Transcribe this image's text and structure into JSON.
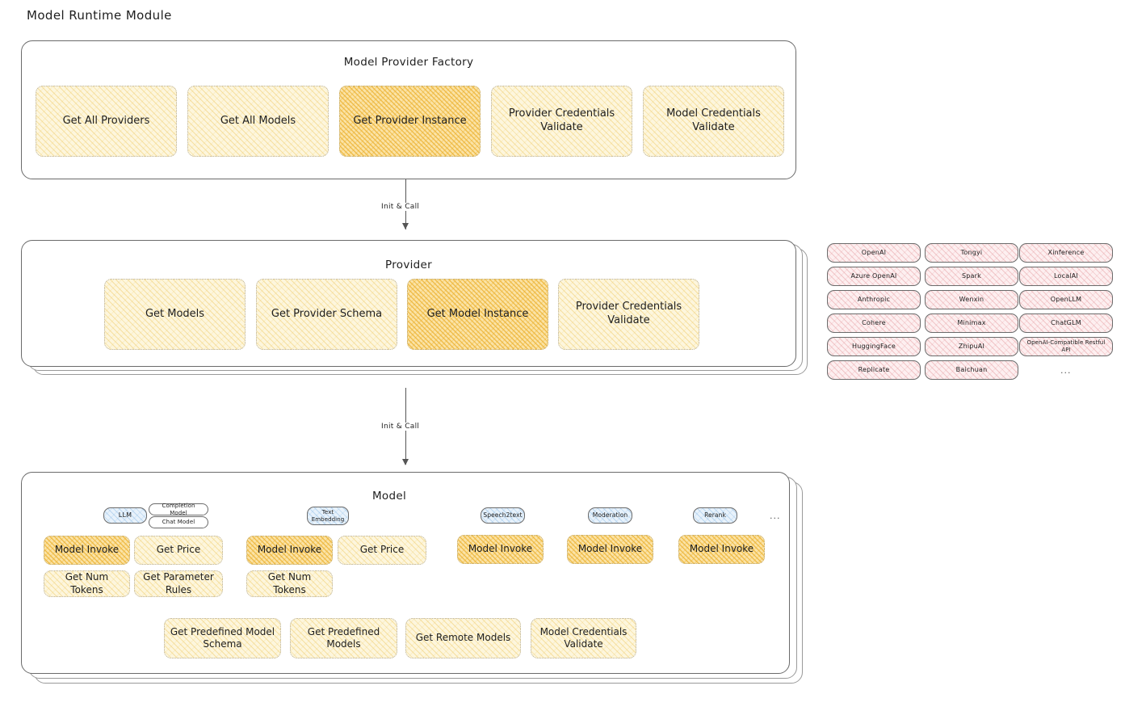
{
  "page": {
    "title": "Model Runtime Module"
  },
  "factory": {
    "title": "Model Provider Factory",
    "boxes": [
      {
        "label": "Get All Providers",
        "highlighted": false
      },
      {
        "label": "Get All Models",
        "highlighted": false
      },
      {
        "label": "Get Provider Instance",
        "highlighted": true
      },
      {
        "label": "Provider Credentials Validate",
        "highlighted": false
      },
      {
        "label": "Model Credentials Validate",
        "highlighted": false
      }
    ]
  },
  "connectors": [
    {
      "label": "Init & Call"
    },
    {
      "label": "Init & Call"
    }
  ],
  "provider": {
    "title": "Provider",
    "boxes": [
      {
        "label": "Get Models",
        "highlighted": false
      },
      {
        "label": "Get Provider Schema",
        "highlighted": false
      },
      {
        "label": "Get Model Instance",
        "highlighted": true
      },
      {
        "label": "Provider Credentials Validate",
        "highlighted": false
      }
    ]
  },
  "provider_list": {
    "columns": [
      {
        "items": [
          "OpenAI",
          "Azure OpenAI",
          "Anthropic",
          "Cohere",
          "HuggingFace",
          "Replicate"
        ]
      },
      {
        "items": [
          "Tongyi",
          "Spark",
          "Wenxin",
          "Minimax",
          "ZhipuAI",
          "Baichuan"
        ]
      },
      {
        "items": [
          "Xinference",
          "LocalAI",
          "OpenLLM",
          "ChatGLM",
          "OpenAI-Compatible Restful API"
        ]
      }
    ],
    "more": "..."
  },
  "model": {
    "title": "Model",
    "more": "...",
    "columns": [
      {
        "type_chip": "LLM",
        "sub_chips": [
          "Completion Model",
          "Chat Model"
        ],
        "methods": [
          {
            "label": "Model Invoke",
            "highlighted": true
          },
          {
            "label": "Get Price",
            "highlighted": false
          },
          {
            "label": "Get Num Tokens",
            "highlighted": false
          },
          {
            "label": "Get Parameter Rules",
            "highlighted": false
          }
        ]
      },
      {
        "type_chip": "Text Embedding",
        "sub_chips": [],
        "methods": [
          {
            "label": "Model Invoke",
            "highlighted": true
          },
          {
            "label": "Get Price",
            "highlighted": false
          },
          {
            "label": "Get Num Tokens",
            "highlighted": false
          }
        ]
      },
      {
        "type_chip": "Speech2text",
        "sub_chips": [],
        "methods": [
          {
            "label": "Model Invoke",
            "highlighted": true
          }
        ]
      },
      {
        "type_chip": "Moderation",
        "sub_chips": [],
        "methods": [
          {
            "label": "Model Invoke",
            "highlighted": true
          }
        ]
      },
      {
        "type_chip": "Rerank",
        "sub_chips": [],
        "methods": [
          {
            "label": "Model Invoke",
            "highlighted": true
          }
        ]
      }
    ],
    "shared_methods": [
      {
        "label": "Get Predefined Model Schema"
      },
      {
        "label": "Get Predefined Models"
      },
      {
        "label": "Get Remote Models"
      },
      {
        "label": "Model Credentials Validate"
      }
    ]
  },
  "colors": {
    "fill_yellow": "#fdf6dd",
    "fill_orange": "#fbe3a6",
    "fill_pink": "#fdeff0",
    "fill_blue": "#e8f2fb",
    "stroke": "#6b6b6b",
    "text": "#1e1e1e"
  }
}
